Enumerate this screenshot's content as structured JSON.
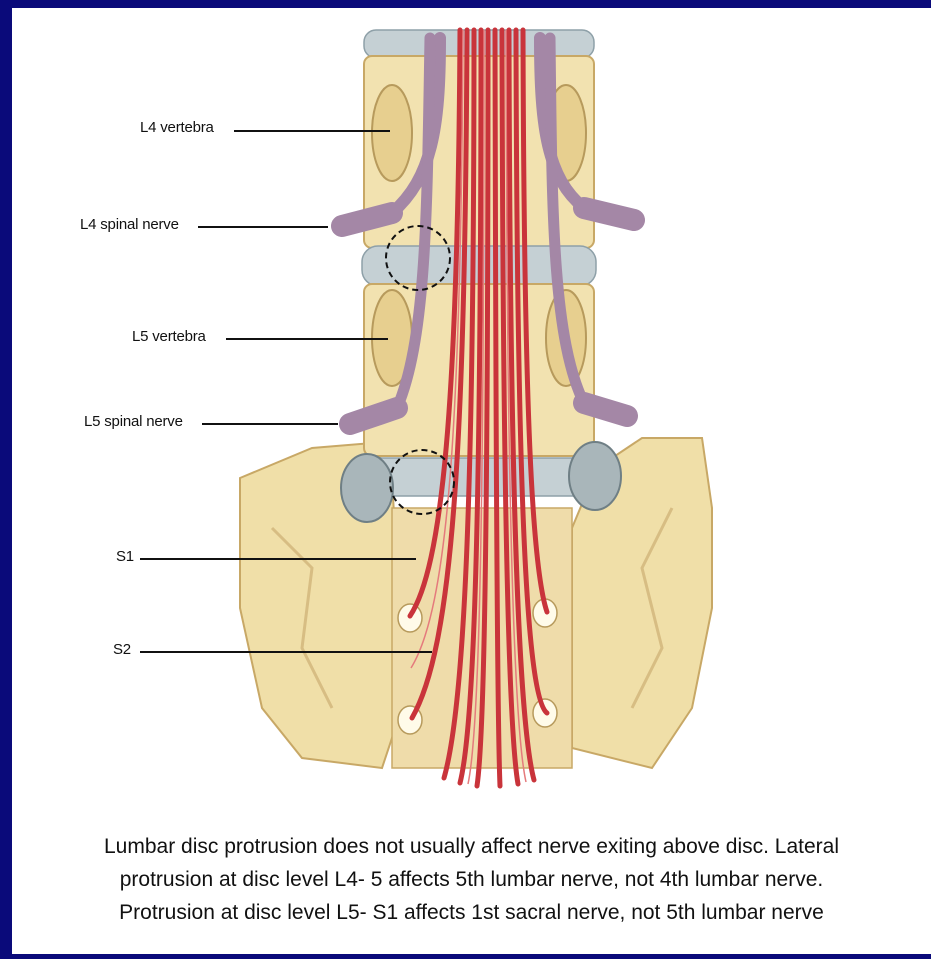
{
  "labels": {
    "l4_vertebra": "L4 vertebra",
    "l4_spinal_nerve": "L4 spinal nerve",
    "l5_vertebra": "L5 vertebra",
    "l5_spinal_nerve": "L5 spinal nerve",
    "s1": "S1",
    "s2": "S2"
  },
  "caption": {
    "line1": "Lumbar disc protrusion does not usually affect nerve exiting above disc.  Lateral",
    "line2": "protrusion at disc level L4- 5 affects 5th lumbar nerve, not 4th lumbar nerve.",
    "line3": "Protrusion at disc level L5- S1 affects 1st sacral nerve, not 5th lumbar nerve"
  },
  "colors": {
    "background_border": "#0a0a7a",
    "bone": "#f2e2b0",
    "disc": "#c5d0d4",
    "nerve": "#c9343b",
    "spinal_nerve_root": "#a487a6"
  }
}
